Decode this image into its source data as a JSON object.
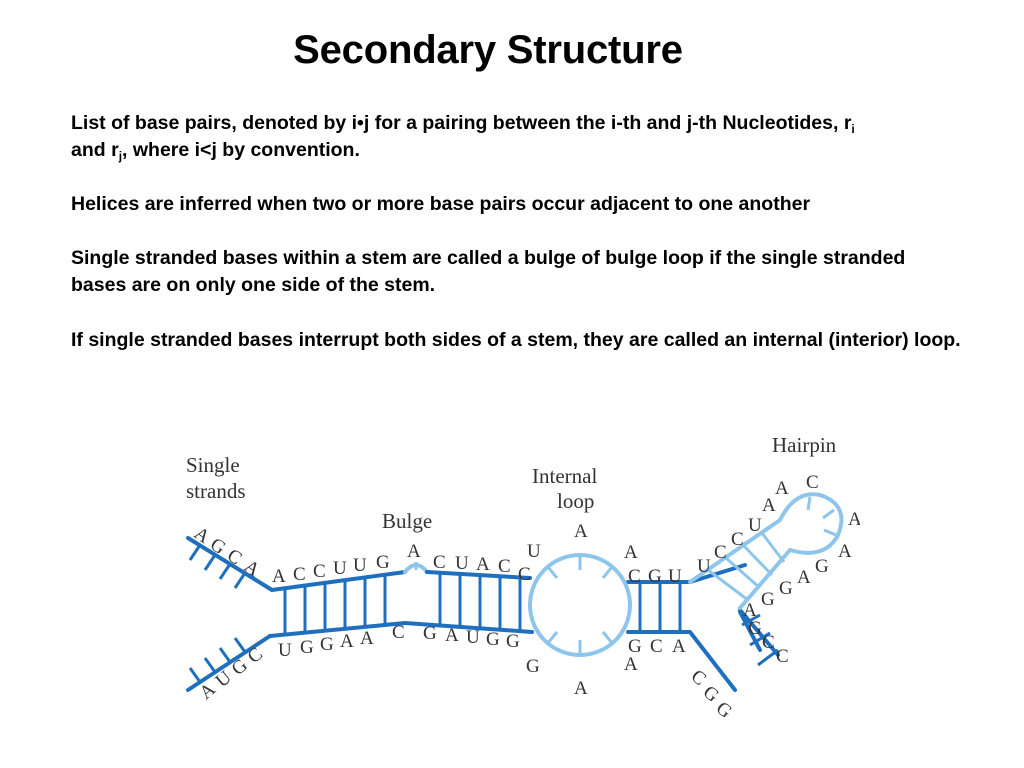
{
  "title": "Secondary Structure",
  "para1": {
    "text_a": "List of base pairs, denoted by i•j for a pairing between the i-th and j-th Nucleotides, r",
    "sub_i": "i",
    "text_b": "and r",
    "sub_j": "j",
    "text_c": ", where i<j by convention."
  },
  "para2": "Helices are inferred when two or more base pairs occur adjacent to one another",
  "para3": "Single stranded bases within a stem are called a bulge of bulge loop if the single stranded bases are on only one side of the stem.",
  "para4": "If single stranded bases interrupt both sides of a stem, they are called an internal (interior) loop.",
  "diagram": {
    "labels": {
      "single_strands_1": "Single",
      "single_strands_2": "strands",
      "bulge": "Bulge",
      "internal_loop_1": "Internal",
      "internal_loop_2": "loop",
      "hairpin": "Hairpin"
    },
    "colors": {
      "strand_dark": "#1f6fbf",
      "strand_light": "#8ec5ec",
      "label": "#333333"
    },
    "top_strand": {
      "single": [
        "A",
        "G",
        "C",
        "A"
      ],
      "stem1": [
        "A",
        "C",
        "C",
        "U",
        "U",
        "G"
      ],
      "bulge": "A",
      "stem2": [
        "C",
        "U",
        "A",
        "C",
        "C"
      ],
      "loop": [
        "U",
        "A",
        "A"
      ],
      "stem3": [
        "C",
        "G",
        "U"
      ],
      "stem4": [
        "U",
        "C",
        "C",
        "U",
        "A"
      ],
      "hairpin": [
        "A",
        "C",
        "A",
        "A"
      ],
      "stem4_return": [
        "G",
        "A",
        "G",
        "G",
        "A"
      ],
      "stem5": [
        "G",
        "C",
        "C"
      ]
    },
    "bottom_strand": {
      "single": [
        "A",
        "U",
        "G",
        "C"
      ],
      "stem1": [
        "U",
        "G",
        "G",
        "A",
        "A",
        "C"
      ],
      "stem2": [
        "G",
        "A",
        "U",
        "G",
        "G"
      ],
      "loop": [
        "G",
        "A",
        "A"
      ],
      "stem3": [
        "G",
        "C",
        "A"
      ],
      "stem5": [
        "C",
        "G",
        "G"
      ]
    }
  }
}
